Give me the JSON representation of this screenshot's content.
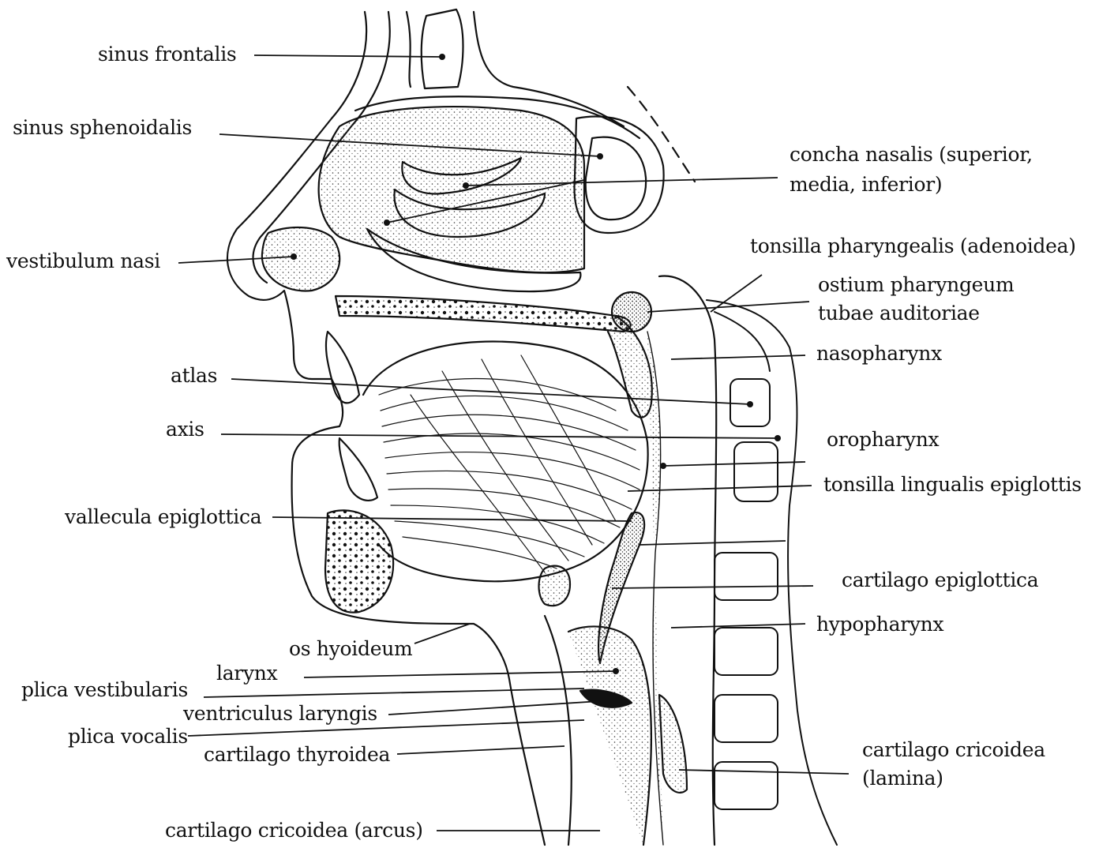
{
  "labels": {
    "sinus_frontalis": "sinus frontalis",
    "sinus_sphenoidalis": "sinus sphenoidalis",
    "vestibulum_nasi": "vestibulum nasi",
    "atlas": "atlas",
    "axis": "axis",
    "vallecula_epiglottica": "vallecula epiglottica",
    "os_hyoideum": "os hyoideum",
    "larynx": "larynx",
    "plica_vestibularis": "plica vestibularis",
    "ventriculus_laryngis": "ventriculus laryngis",
    "plica_vocalis": "plica vocalis",
    "cartilago_thyroidea": "cartilago thyroidea",
    "cartilago_cricoidea_arcus": "cartilago cricoidea (arcus)",
    "concha_nasalis_1": "concha nasalis (superior,",
    "concha_nasalis_2": "media, inferior)",
    "tonsilla_pharyngealis": "tonsilla pharyngealis (adenoidea)",
    "ostium_pharyngeum_1": "ostium pharyngeum",
    "ostium_pharyngeum_2": "tubae auditoriae",
    "nasopharynx": "nasopharynx",
    "oropharynx": "oropharynx",
    "tonsilla_lingualis": "tonsilla lingualis epiglottis",
    "cartilago_epiglottica": "cartilago epiglottica",
    "hypopharynx": "hypopharynx",
    "cartilago_cricoidea_lamina_1": "cartilago cricoidea",
    "cartilago_cricoidea_lamina_2": "(lamina)"
  },
  "colors": {
    "ink": "#111111",
    "paper": "#ffffff"
  }
}
